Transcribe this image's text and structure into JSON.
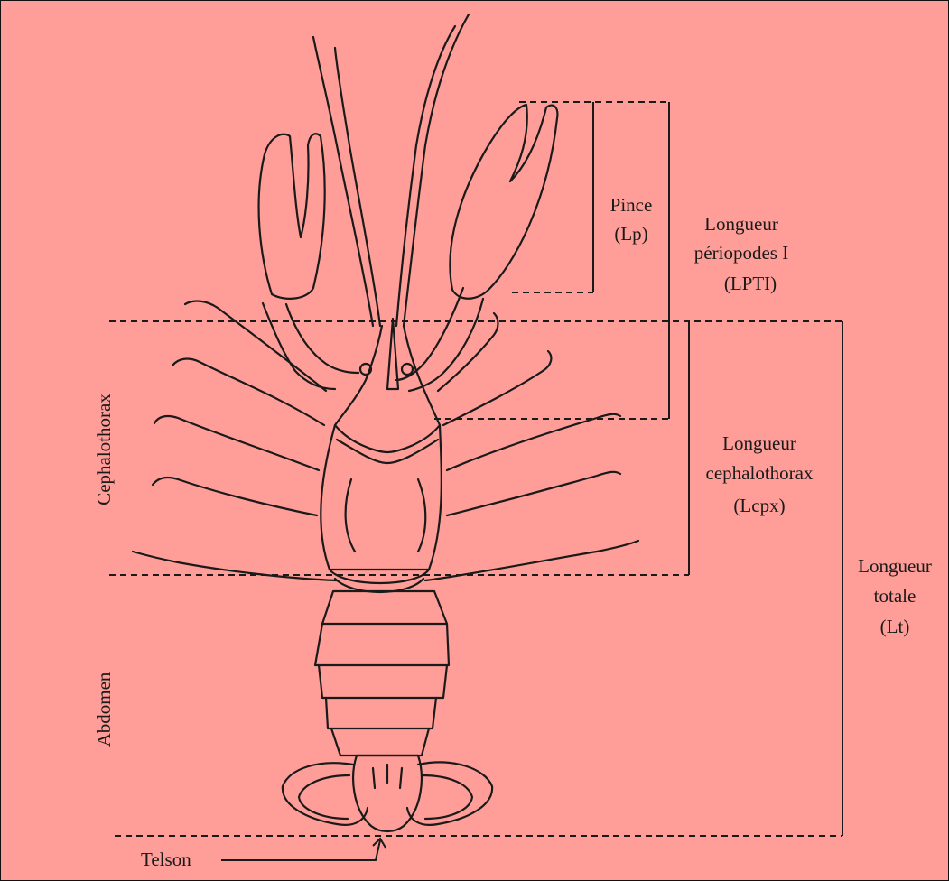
{
  "colors": {
    "background": "#ff9e98",
    "ink": "#1a1a1a"
  },
  "labels": {
    "pince_title": "Pince",
    "pince_abbr": "(Lp)",
    "periopodes_line1": "Longueur",
    "periopodes_line2": "périopodes I",
    "periopodes_abbr": "(LPTI)",
    "cephalothorax_line1": "Longueur",
    "cephalothorax_line2": "cephalothorax",
    "cephalothorax_abbr": "(Lcpx)",
    "totale_line1": "Longueur",
    "totale_line2": "totale",
    "totale_abbr": "(Lt)",
    "region_cephalothorax": "Cephalothorax",
    "region_abdomen": "Abdomen",
    "telson": "Telson"
  }
}
